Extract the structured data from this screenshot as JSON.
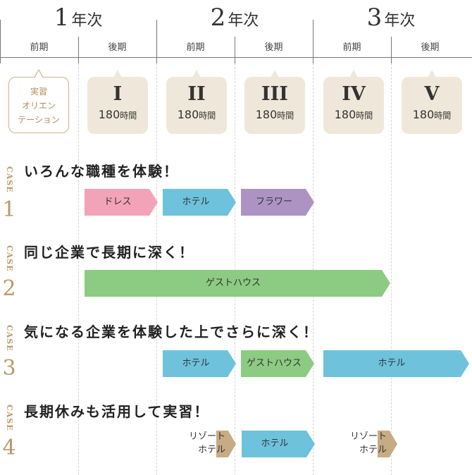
{
  "header": {
    "years": [
      {
        "number": "1",
        "unit": "年次"
      },
      {
        "number": "2",
        "unit": "年次"
      },
      {
        "number": "3",
        "unit": "年次"
      }
    ],
    "terms": [
      "前期",
      "後期",
      "前期",
      "後期",
      "前期",
      "後期"
    ]
  },
  "orientation": {
    "line1": "実習",
    "line2": "オリエン",
    "line3": "テーション"
  },
  "practicums": [
    {
      "roman": "I",
      "hours": "180",
      "unit": "時間"
    },
    {
      "roman": "II",
      "hours": "180",
      "unit": "時間"
    },
    {
      "roman": "III",
      "hours": "180",
      "unit": "時間"
    },
    {
      "roman": "IV",
      "hours": "180",
      "unit": "時間"
    },
    {
      "roman": "V",
      "hours": "180",
      "unit": "時間"
    }
  ],
  "case_word": "CASE",
  "cases": [
    {
      "number": "1",
      "title": "いろんな職種を体験！"
    },
    {
      "number": "2",
      "title": "同じ企業で長期に深く！"
    },
    {
      "number": "3",
      "title": "気になる企業を体験した上でさらに深く！"
    },
    {
      "number": "4",
      "title": "長期休みも活用して実習！"
    }
  ],
  "bars": {
    "case1": [
      "ドレス",
      "ホテル",
      "フラワー"
    ],
    "case2": [
      "ゲストハウス"
    ],
    "case3": [
      "ホテル",
      "ゲストハウス",
      "ホテル"
    ],
    "case4": {
      "resort_a_line1": "リゾート",
      "resort_a_line2": "ホテル",
      "hotel": "ホテル",
      "resort_b_line1": "リゾート",
      "resort_b_line2": "ホテル"
    }
  },
  "colors": {
    "pink": "#f3a3b8",
    "blue": "#6ec2dc",
    "purple": "#ad93c4",
    "green": "#8ccb82",
    "tan": "#c6ab83",
    "box": "#efe8da",
    "gold": "#b8986a",
    "orient_border": "#c9b38e"
  }
}
